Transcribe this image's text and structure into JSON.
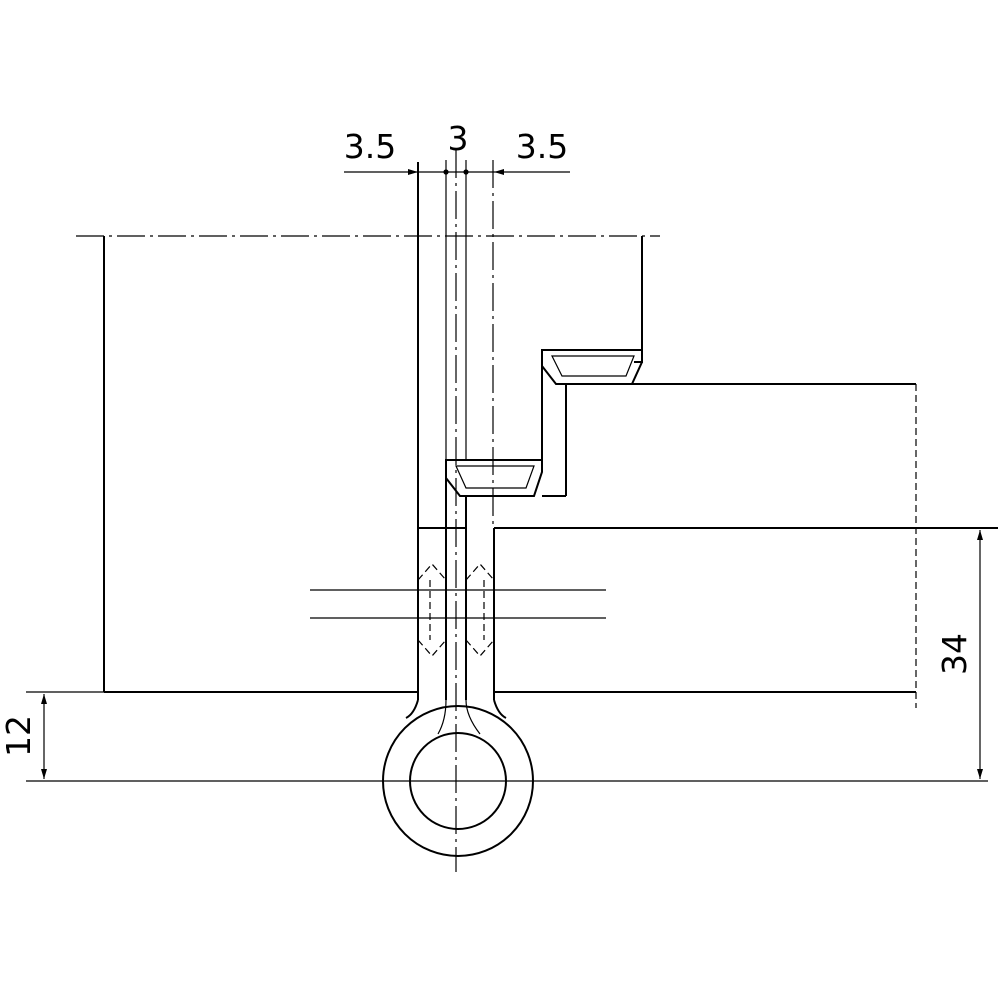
{
  "dimensions": {
    "left_leaf_offset": "3.5",
    "pin_gap": "3",
    "right_leaf_offset": "3.5",
    "knuckle_height": "12",
    "frame_height": "34"
  }
}
